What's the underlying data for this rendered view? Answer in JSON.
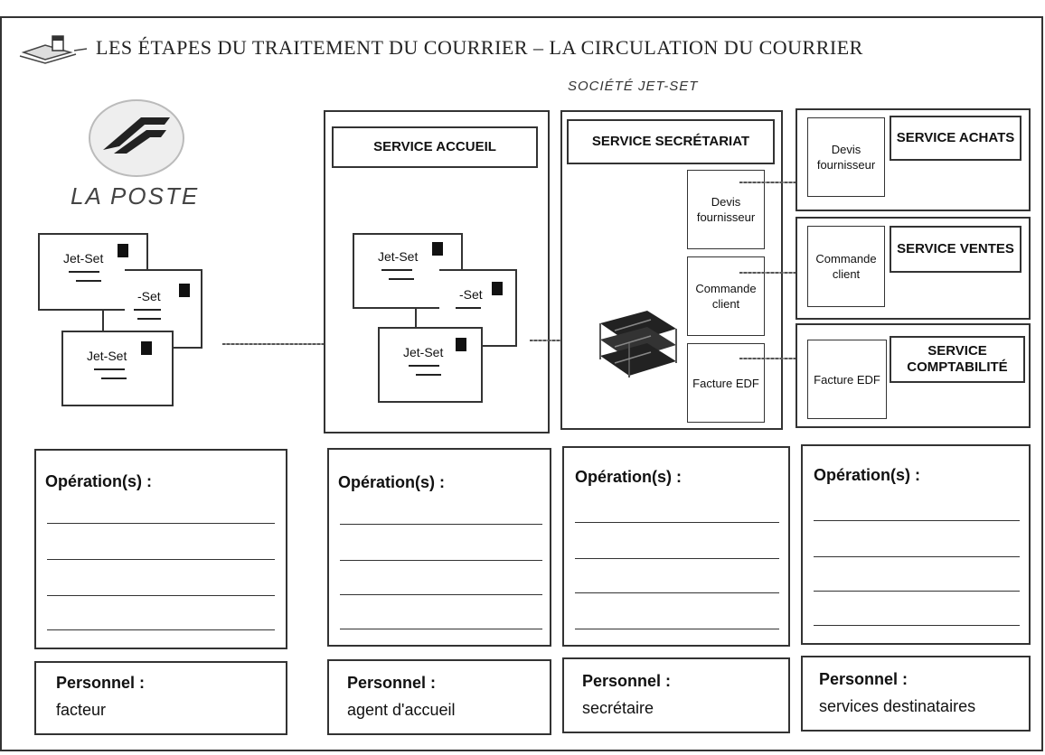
{
  "header": {
    "title": "LES ÉTAPES DU TRAITEMENT DU COURRIER – LA CIRCULATION DU COURRIER",
    "company": "SOCIÉTÉ JET-SET"
  },
  "la_poste": {
    "name": "LA POSTE"
  },
  "envelope_label": "Jet-Set",
  "envelope_label_partial": "-Set",
  "services": {
    "accueil": "SERVICE ACCUEIL",
    "secretariat": "SERVICE SECRÉTARIAT",
    "achats": "SERVICE ACHATS",
    "ventes": "SERVICE VENTES",
    "comptabilite": "SERVICE COMPTABILITÉ"
  },
  "documents": {
    "devis": "Devis fournisseur",
    "commande": "Commande client",
    "facture": "Facture EDF"
  },
  "columns": [
    {
      "operations_label": "Opération(s) :",
      "personnel_label": "Personnel :",
      "personnel_value": "facteur"
    },
    {
      "operations_label": "Opération(s) :",
      "personnel_label": "Personnel :",
      "personnel_value": "agent d'accueil"
    },
    {
      "operations_label": "Opération(s) :",
      "personnel_label": "Personnel :",
      "personnel_value": "secrétaire"
    },
    {
      "operations_label": "Opération(s) :",
      "personnel_label": "Personnel :",
      "personnel_value": "services destinataires"
    }
  ],
  "colors": {
    "ink": "#111111",
    "border": "#333333",
    "paper": "#ffffff"
  },
  "icons": [
    "mail-sorting-icon",
    "la-poste-logo",
    "letter-tray-icon",
    "stamp-icon",
    "arrow-icon"
  ]
}
